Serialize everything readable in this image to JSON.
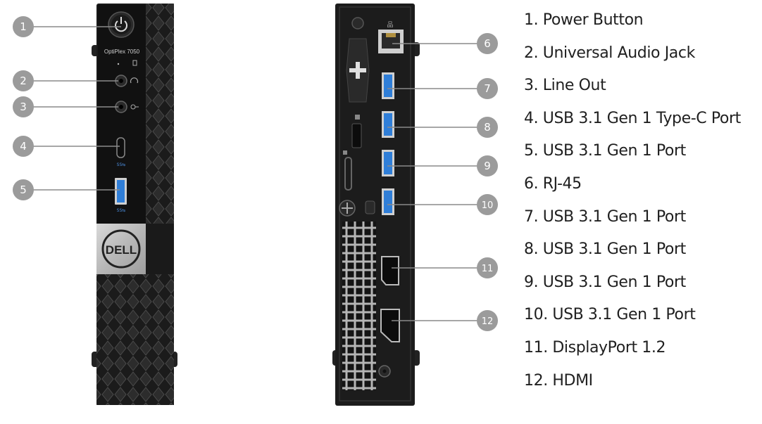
{
  "front_panel": {
    "model_label": "OptiPlex 7050",
    "brand_logo": "DELL"
  },
  "callouts": {
    "c1": "1",
    "c2": "2",
    "c3": "3",
    "c4": "4",
    "c5": "5",
    "c6": "6",
    "c7": "7",
    "c8": "8",
    "c9": "9",
    "c10": "10",
    "c11": "11",
    "c12": "12"
  },
  "legend": {
    "items": [
      "1. Power Button",
      "2. Universal Audio Jack",
      "3. Line Out",
      "4. USB 3.1 Gen 1 Type-C Port",
      "5. USB 3.1 Gen 1 Port",
      "6. RJ-45",
      "7. USB 3.1 Gen 1 Port",
      "8. USB 3.1 Gen 1 Port",
      "9. USB 3.1 Gen 1 Port",
      "10. USB 3.1 Gen 1 Port",
      "11. DisplayPort 1.2",
      "12. HDMI"
    ]
  },
  "colors": {
    "chassis": "#1c1c1c",
    "mesh": "#3a3a3a",
    "callout_circle": "#9b9b9b",
    "usb_blue": "#2f7ed8",
    "legend_text": "#1f1f1f"
  },
  "icons": {
    "power": "power-icon",
    "headset": "headset-icon",
    "line_out": "line-out-icon",
    "lock": "lock-icon",
    "network": "network-icon"
  }
}
